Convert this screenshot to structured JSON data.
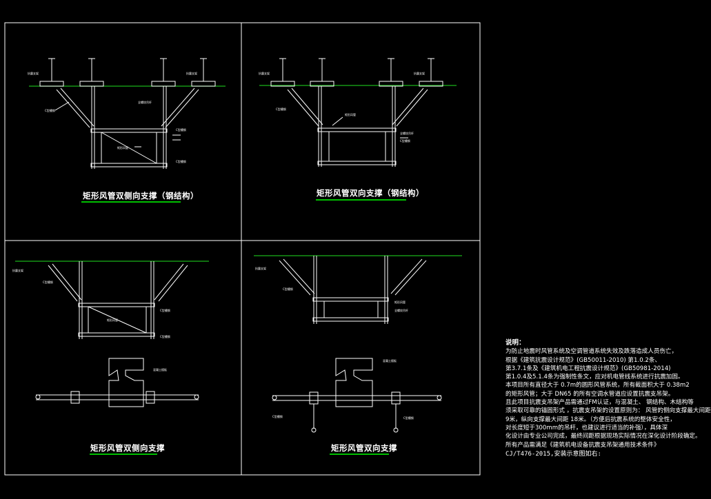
{
  "colors": {
    "background": "#000000",
    "line": "#ffffff",
    "ground_line": "#19b219",
    "underline": "#00c000"
  },
  "panels": [
    {
      "title": "矩形风管双侧向支撑（钢结构）"
    },
    {
      "title": "矩形风管双向支撑（钢结构）"
    },
    {
      "title": "矩形风管双侧向支撑"
    },
    {
      "title": "矩形风管双向支撑"
    }
  ],
  "notes": {
    "title": "说明：",
    "lines": [
      "为防止地震时风管系统及空调管道系统失效及跌落造成人员伤亡，",
      "根据《建筑抗震设计规范》(GB50011-2010)  第1.0.2条、",
      "第3.7.1条及《建筑机电工程抗震设计规范》(GB50981-2014)",
      "第1.0.4及5.1.4条为强制性条文，应对机电管线系统进行抗震加固。",
      "本项目所有直径大于  0.7m的圆形风管系统，所有截面积大于 0.38m2",
      "的矩形风管；大于 DN65 的所有空调水管道应设置抗震支吊架。",
      "且此项目抗震支吊架产品需通过FM认证，与混凝土、  钢结构、木结构等",
      "须采取可靠的锚固形式 ，抗震支吊架的设置原则为：  风管的侧向支撑最大间距",
      "9米，纵向支撑最大间距 18米。（方便后抗震系统的整体安全性，",
      " 对长度短于300mm的吊杆，也建议进行适当的补强），具体深",
      "化设计由专业公司完成，最终间距根据现场实际情况在深化设计阶段确定。",
      "所有产品需满足《建筑机电设备抗震支吊架通用技术条件》"
    ],
    "footer": "CJ/T476-2015,安装示意图如右:"
  }
}
